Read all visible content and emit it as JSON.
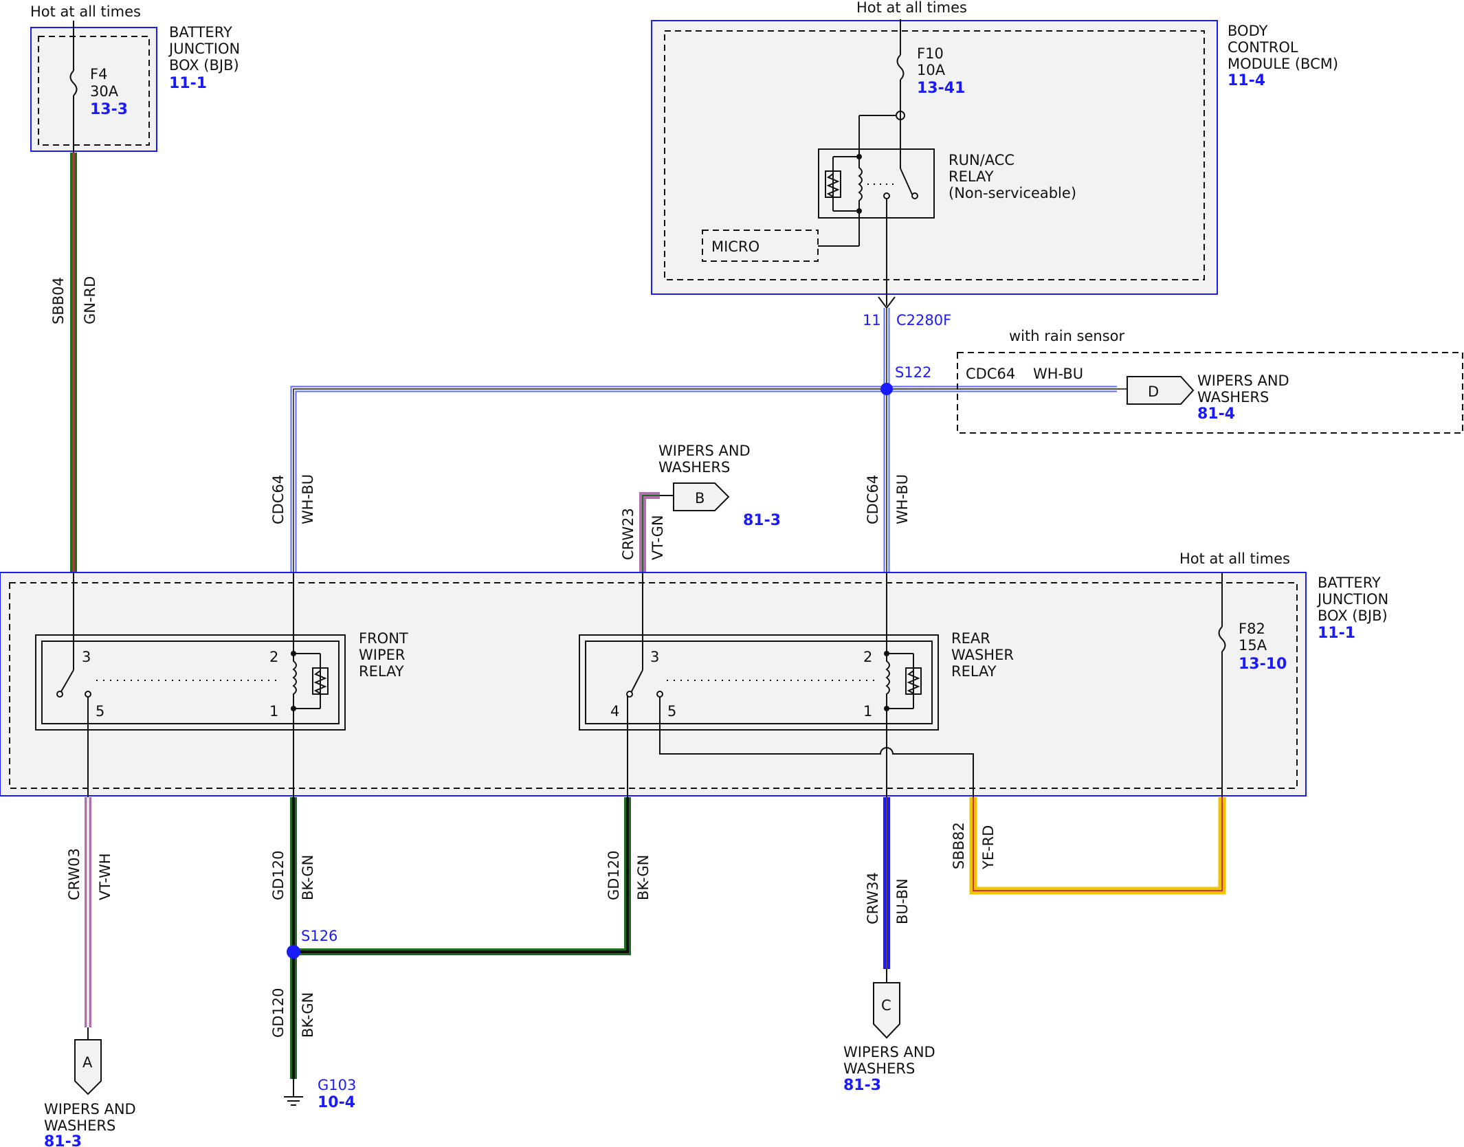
{
  "bjb_top": {
    "hot": "Hot at all times",
    "name": "BATTERY\nJUNCTION\nBOX (BJB)",
    "ref": "11-1",
    "fuse": {
      "id": "F4",
      "amps": "30A",
      "ref": "13-3"
    }
  },
  "bcm": {
    "hot": "Hot at all times",
    "name": "BODY\nCONTROL\nMODULE (BCM)",
    "ref": "11-4",
    "fuse": {
      "id": "F10",
      "amps": "10A",
      "ref": "13-41"
    },
    "relay": "RUN/ACC\nRELAY\n(Non-serviceable)",
    "micro": "MICRO"
  },
  "connector_c2280f": {
    "pin": "11",
    "id": "C2280F"
  },
  "rain": {
    "title": "with rain sensor",
    "circuit": "CDC64",
    "color": "WH-BU",
    "conn": "D",
    "dest": "WIPERS AND\nWASHERS",
    "ref": "81-4"
  },
  "splices": {
    "s122": "S122",
    "s126": "S126"
  },
  "wires": {
    "sbb04": {
      "circuit": "SBB04",
      "color": "GN-RD"
    },
    "cdc64_left": {
      "circuit": "CDC64",
      "color": "WH-BU"
    },
    "cdc64_right": {
      "circuit": "CDC64",
      "color": "WH-BU"
    },
    "crw23": {
      "circuit": "CRW23",
      "color": "VT-GN"
    },
    "crw03": {
      "circuit": "CRW03",
      "color": "VT-WH"
    },
    "gd120_a": {
      "circuit": "GD120",
      "color": "BK-GN"
    },
    "gd120_b": {
      "circuit": "GD120",
      "color": "BK-GN"
    },
    "gd120_c": {
      "circuit": "GD120",
      "color": "BK-GN"
    },
    "crw34": {
      "circuit": "CRW34",
      "color": "BU-BN"
    },
    "sbb82": {
      "circuit": "SBB82",
      "color": "YE-RD"
    }
  },
  "conn_b": {
    "letter": "B",
    "dest": "WIPERS AND\nWASHERS",
    "ref": "81-3"
  },
  "bjb_main": {
    "hot": "Hot at all times",
    "name": "BATTERY\nJUNCTION\nBOX (BJB)",
    "ref": "11-1",
    "fuse": {
      "id": "F82",
      "amps": "15A",
      "ref": "13-10"
    }
  },
  "front_relay": {
    "name": "FRONT\nWIPER\nRELAY",
    "pins": [
      "3",
      "2",
      "5",
      "1"
    ]
  },
  "rear_relay": {
    "name": "REAR\nWASHER\nRELAY",
    "pins": [
      "3",
      "2",
      "4",
      "5",
      "1"
    ]
  },
  "conn_a": {
    "letter": "A",
    "dest": "WIPERS AND\nWASHERS",
    "ref": "81-3"
  },
  "conn_c": {
    "letter": "C",
    "dest": "WIPERS AND\nWASHERS",
    "ref": "81-3"
  },
  "ground": {
    "id": "G103",
    "ref": "10-4"
  },
  "colors": {
    "blue": "#1a1aff",
    "green": "#1f6b1f",
    "red": "#c83232",
    "white_blue": "#5a6cff",
    "violet": "#b070b0",
    "black": "#111111",
    "yellow": "#f2c400",
    "brown": "#6b3e1f"
  }
}
